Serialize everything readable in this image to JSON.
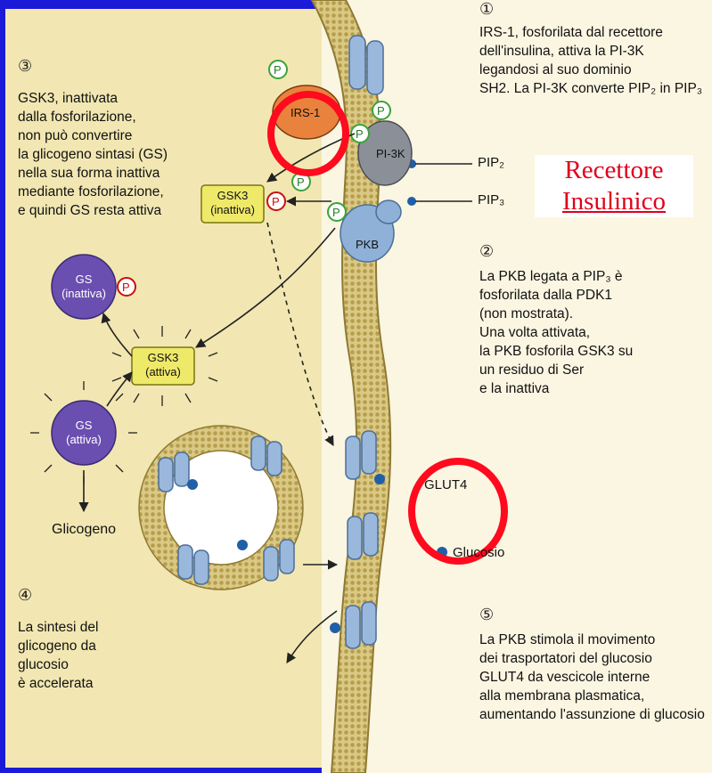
{
  "step1": {
    "number": "①",
    "text_lines": [
      "IRS-1, fosforilata dal recettore",
      "dell'insulina, attiva la PI-3K",
      "legandosi al suo dominio",
      "SH2. La PI-3K converte PIP₂ in PIP₃"
    ]
  },
  "step2": {
    "number": "②",
    "text_lines": [
      "La PKB legata a PIP₃ è",
      "fosforilata dalla PDK1",
      "(non mostrata).",
      "Una volta attivata,",
      "la PKB fosforila GSK3 su",
      "un residuo di Ser",
      "e la inattiva"
    ]
  },
  "step3": {
    "number": "③",
    "text_lines": [
      "GSK3, inattivata",
      "dalla fosforilazione,",
      "non può convertire",
      "la glicogeno sintasi (GS)",
      "nella sua forma inattiva",
      "mediante fosforilazione,",
      "e quindi GS resta attiva"
    ]
  },
  "step4": {
    "number": "④",
    "text_lines": [
      "La sintesi del",
      "glicogeno da",
      "glucosio",
      "è accelerata"
    ]
  },
  "step5": {
    "number": "⑤",
    "text_lines": [
      "La PKB stimola il movimento",
      "dei trasportatori del glucosio",
      "GLUT4 da vescicole interne",
      "alla membrana plasmatica,",
      "aumentando l'assunzione di glucosio"
    ]
  },
  "labels": {
    "irs1": "IRS-1",
    "pi3k": "PI-3K",
    "pkb": "PKB",
    "pip2": "PIP₂",
    "pip3": "PIP₃",
    "p": "P",
    "gsk3_inactive_1": "GSK3",
    "gsk3_inactive_2": "(inattiva)",
    "gsk3_active_1": "GSK3",
    "gsk3_active_2": "(attiva)",
    "gs_inactive_1": "GS",
    "gs_inactive_2": "(inattiva)",
    "gs_active_1": "GS",
    "gs_active_2": "(attiva)",
    "glicogeno": "Glicogeno",
    "glut4": "GLUT4",
    "glucosio": "Glucosio"
  },
  "overlay": {
    "line1": "Recettore",
    "line2": "Insulinico",
    "color": "#e0001c"
  },
  "colors": {
    "frame": "#1a1ad8",
    "panel_left": "#f2e7b2",
    "panel_right": "#fbf6e2",
    "membrane": "#c8b76a",
    "protein": "#9ab8dc",
    "gs": "#6a4fb0",
    "gsk3": "#efe96a",
    "irs1": "#e8823c",
    "highlight": "#ff0a1e"
  }
}
